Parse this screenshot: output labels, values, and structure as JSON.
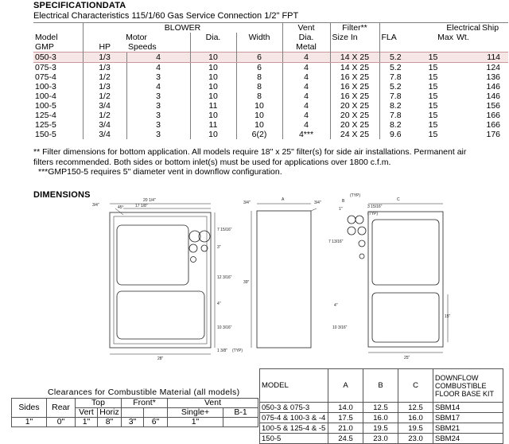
{
  "title": "SPECIFICATIONDATA",
  "subtitle": "Electrical Characteristics 115/1/60    Gas Service Connection 1/2\" FPT",
  "spec_table": {
    "head1": [
      "BLOWER",
      "Vent",
      "Filter**",
      "Electrical",
      "Ship"
    ],
    "head2": [
      "Model",
      "Motor",
      "Dia.",
      "Width",
      "Dia.",
      "Size In",
      "FLA",
      "Max",
      "Wt."
    ],
    "head3": [
      "GMP",
      "HP",
      "Speeds",
      "Metal"
    ],
    "rows": [
      [
        "050-3",
        "1/3",
        "4",
        "10",
        "6",
        "4",
        "14 X 25",
        "5.2",
        "15",
        "114"
      ],
      [
        "075-3",
        "1/3",
        "4",
        "10",
        "6",
        "4",
        "14 X 25",
        "5.2",
        "15",
        "124"
      ],
      [
        "075-4",
        "1/2",
        "3",
        "10",
        "8",
        "4",
        "16 X 25",
        "7.8",
        "15",
        "136"
      ],
      [
        "100-3",
        "1/3",
        "4",
        "10",
        "8",
        "4",
        "16 X 25",
        "5.2",
        "15",
        "146"
      ],
      [
        "100-4",
        "1/2",
        "3",
        "10",
        "8",
        "4",
        "16 X 25",
        "7.8",
        "15",
        "146"
      ],
      [
        "100-5",
        "3/4",
        "3",
        "11",
        "10",
        "4",
        "20 X 25",
        "8.2",
        "15",
        "156"
      ],
      [
        "125-4",
        "1/2",
        "3",
        "10",
        "10",
        "4",
        "20 X 25",
        "7.8",
        "15",
        "166"
      ],
      [
        "125-5",
        "3/4",
        "3",
        "11",
        "10",
        "4",
        "20 X 25",
        "8.2",
        "15",
        "166"
      ],
      [
        "150-5",
        "3/4",
        "3",
        "10",
        "6(2)",
        "4***",
        "24 X 25",
        "9.6",
        "15",
        "176"
      ]
    ]
  },
  "notes": {
    "line1": "** Filter dimensions for bottom application. All models require 18\" x 25\" filter(s) for side air installations.  Permanent air",
    "line2": "filters recommended.  Both sides or bottom inlet(s) must be used for applications over 1800 c.f.m.",
    "line3": "***GMP150-5 requires 5\" diameter vent in downflow configuration."
  },
  "dimensions_title": "DIMENSIONS",
  "drawing_labels": {
    "d1": "20 1/4\"",
    "d2": "17 1/8\"",
    "d3": "3/4\"",
    "d4": "45°",
    "d5": "7 15/16\"",
    "d6": "3\"",
    "d7": "12 3/16\"",
    "d8": "4\"",
    "d9": "10 3/16\"",
    "d10": "1 3/8\"",
    "d11": "(TYP)",
    "d12": "28\"",
    "d13": "A",
    "d14": "3/4\"",
    "d15": "3/4\"",
    "d16": "39\"",
    "d17": "C",
    "d18": "B",
    "d19": "(TYP)",
    "d20": "1\"",
    "d21": "3 15/16\"",
    "d22": "(TYP)",
    "d23": "7 13/16\"",
    "d24": "4\"",
    "d25": "10 3/16\"",
    "d26": "15\"",
    "d27": "25\""
  },
  "clearances": {
    "title": "Clearances for Combustible Material (all models)",
    "h1": [
      "Sides",
      "Rear",
      "Top",
      "Front*",
      "Vent"
    ],
    "h2": [
      "Vert",
      "Horiz",
      "Single+",
      "B-1"
    ],
    "vals": [
      "1\"",
      "0\"",
      "1\"",
      "8\"",
      "3\"",
      "6\"",
      "1\""
    ]
  },
  "base_kit": {
    "headers": [
      "MODEL",
      "A",
      "B",
      "C",
      "DOWNFLOW COMBUSTIBLE FLOOR BASE KIT"
    ],
    "rows": [
      [
        "050-3 & 075-3",
        "14.0",
        "12.5",
        "12.5",
        "SBM14"
      ],
      [
        "075-4 & 100-3 & -4",
        "17.5",
        "16.0",
        "16.0",
        "SBM17"
      ],
      [
        "100-5 & 125-4 & -5",
        "21.0",
        "19.5",
        "19.5",
        "SBM21"
      ],
      [
        "150-5",
        "24.5",
        "23.0",
        "23.0",
        "SBM24"
      ]
    ]
  }
}
